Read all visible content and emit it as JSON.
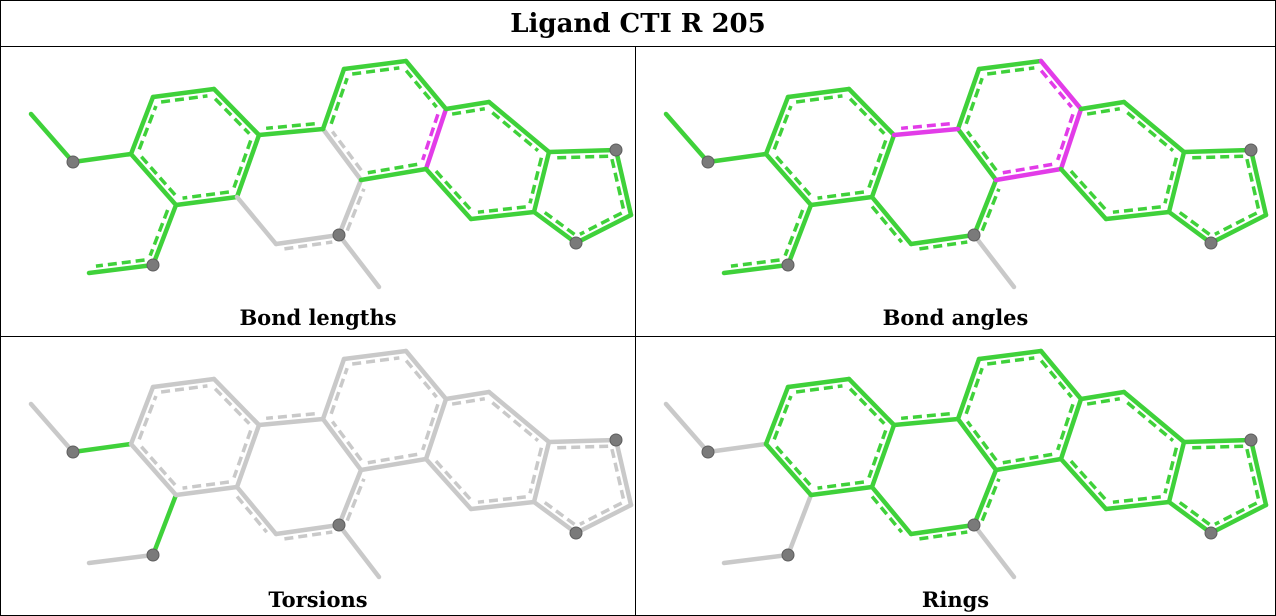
{
  "title": "Ligand CTI R 205",
  "colors": {
    "green": "#3fd13a",
    "magenta": "#e23ce8",
    "grey": "#c9c9c9",
    "atom": "#7a7a7a"
  },
  "panels": [
    {
      "caption": "Bond lengths",
      "green": [
        "w1",
        "w2",
        "s1",
        "s2",
        "s3",
        "s4",
        "s5",
        "s6",
        "p1",
        "p2",
        "p3",
        "p5",
        "p6",
        "r3",
        "r4",
        "r5",
        "r6",
        "r7",
        "r8",
        "r9",
        "r10",
        "r11",
        "m1",
        "m2"
      ],
      "magenta": [
        "c5",
        "p4"
      ],
      "grey": [
        "c2",
        "c3",
        "c4"
      ],
      "dashed": [
        "s1",
        "s2",
        "s3",
        "s4",
        "s5",
        "s6",
        "p1",
        "p2",
        "p3",
        "p4",
        "p5",
        "p6",
        "r3",
        "r4",
        "r5",
        "r6",
        "r7",
        "r8",
        "r9",
        "r10",
        "r11",
        "c2",
        "c3",
        "c4",
        "c5",
        "m1",
        "m2"
      ]
    },
    {
      "caption": "Bond angles",
      "green": [
        "w1",
        "w2",
        "s1",
        "s2",
        "s3",
        "s4",
        "s5",
        "s6",
        "p1",
        "p2",
        "c1",
        "c2",
        "c3",
        "c4",
        "r3",
        "r4",
        "r5",
        "r6",
        "r7",
        "r8",
        "r9",
        "r10",
        "r11",
        "m1",
        "m2"
      ],
      "magenta": [
        "p3",
        "p4",
        "p5",
        "p6"
      ],
      "grey": [],
      "dashed": [
        "s1",
        "s2",
        "s3",
        "s4",
        "s5",
        "s6",
        "p1",
        "p2",
        "p3",
        "p4",
        "p5",
        "p6",
        "c1",
        "c2",
        "c3",
        "c4",
        "r3",
        "r4",
        "r5",
        "r6",
        "r7",
        "r8",
        "r9",
        "r10",
        "r11",
        "m1",
        "m2"
      ]
    },
    {
      "caption": "Torsions",
      "green": [
        "w2",
        "m1"
      ],
      "magenta": [],
      "grey": [],
      "dashed": [
        "s1",
        "s2",
        "s3",
        "s4",
        "s5",
        "s6",
        "p1",
        "p2",
        "p3",
        "p4",
        "p5",
        "p6",
        "c1",
        "c2",
        "c3",
        "c4",
        "r3",
        "r4",
        "r5",
        "r6",
        "r7",
        "r8",
        "r9",
        "r10",
        "r11"
      ]
    },
    {
      "caption": "Rings",
      "green": [
        "s1",
        "s2",
        "s3",
        "s4",
        "s5",
        "s6",
        "p1",
        "p2",
        "p3",
        "p4",
        "p5",
        "p6",
        "c1",
        "c2",
        "c3",
        "c4",
        "r3",
        "r4",
        "r5",
        "r6",
        "r7",
        "r8",
        "r9",
        "r10",
        "r11"
      ],
      "magenta": [],
      "grey": [],
      "dashed": [
        "s1",
        "s2",
        "s3",
        "s4",
        "s5",
        "s6",
        "p1",
        "p2",
        "p3",
        "p4",
        "p5",
        "p6",
        "c1",
        "c2",
        "c3",
        "c4",
        "r3",
        "r4",
        "r5",
        "r6",
        "r7",
        "r8",
        "r9",
        "r10",
        "r11"
      ]
    }
  ]
}
